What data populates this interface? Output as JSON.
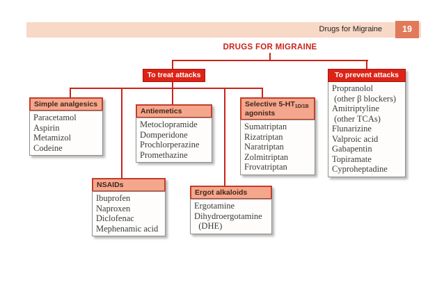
{
  "header_bar": {
    "label": "Drugs for Migraine",
    "page_number": "19"
  },
  "title": "DRUGS FOR MIGRAINE",
  "tree": {
    "treat_branch": {
      "label": "To treat attacks"
    },
    "prevent_branch": {
      "label": "To prevent attacks",
      "items": [
        "Propranolol",
        " (other β blockers)",
        "Amitriptyline",
        " (other TCAs)",
        "Flunarizine",
        "Valproic acid",
        "Gabapentin",
        "Topiramate",
        "Cyproheptadine"
      ]
    },
    "groups": [
      {
        "title": "Simple analgesics",
        "items": [
          "Paracetamol",
          "Aspirin",
          "Metamizol",
          "Codeine"
        ]
      },
      {
        "title": "Antiemetics",
        "items": [
          "Metoclopramide",
          "Domperidone",
          "Prochlorperazine",
          "Promethazine"
        ]
      },
      {
        "title_prefix": "Selective 5-HT",
        "title_sub": "1D/1B",
        "title_suffix": "agonists",
        "items": [
          "Sumatriptan",
          "Rizatriptan",
          "Naratriptan",
          "Zolmitriptan",
          "Frovatriptan"
        ]
      },
      {
        "title": "NSAIDs",
        "items": [
          "Ibuprofen",
          "Naproxen",
          "Diclofenac",
          "Mephenamic acid"
        ]
      },
      {
        "title": "Ergot alkaloids",
        "items": [
          "Ergotamine",
          "Dihydroergotamine",
          "  (DHE)"
        ]
      }
    ]
  },
  "colors": {
    "accent_red": "#c8231b",
    "node_red": "#dd2317",
    "salmon": "#f4a78c",
    "peach_bar": "#f8d8c7",
    "badge_orange": "#e17a59"
  }
}
